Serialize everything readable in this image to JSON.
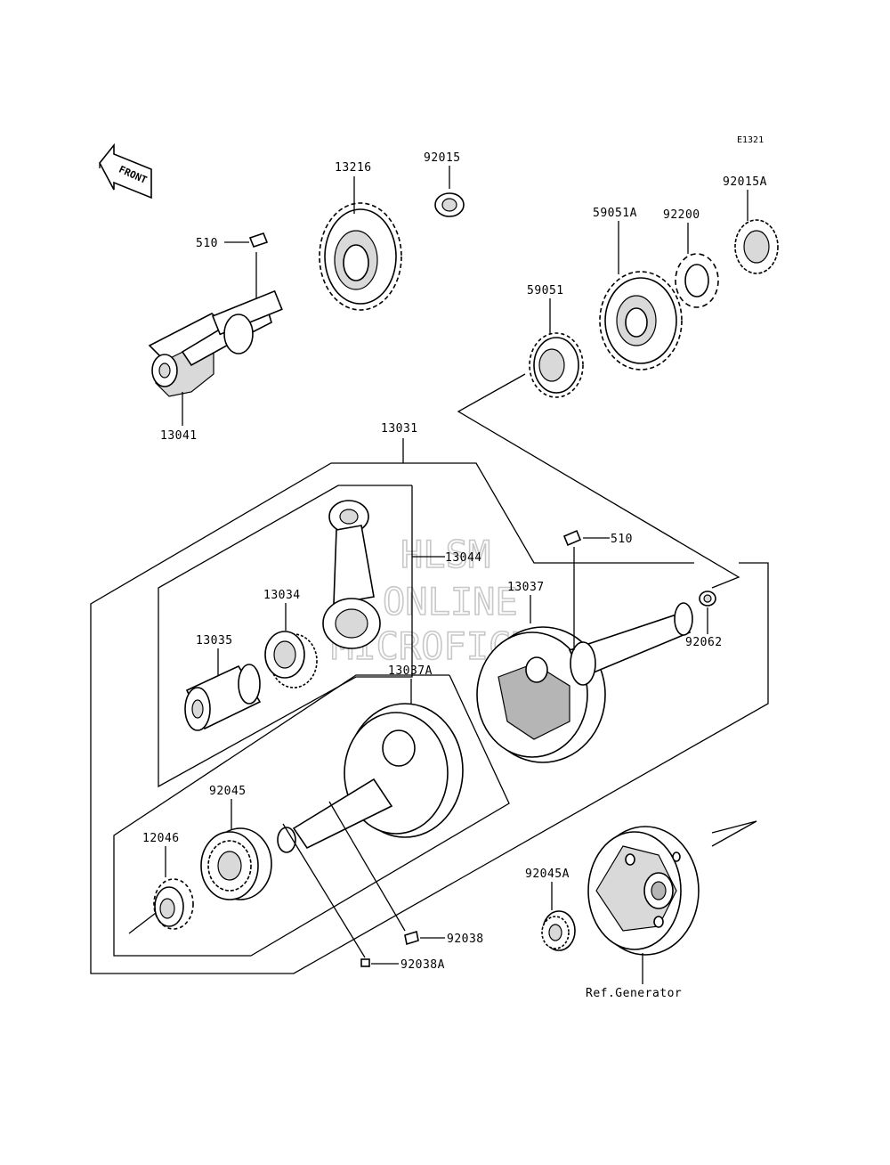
{
  "diagram_code": "E1321",
  "front_arrow_label": "FRONT",
  "watermark": {
    "line1": "HLSM",
    "line2": "ONLINE",
    "line3": "MICROFICHE"
  },
  "labels": {
    "p13216": "13216",
    "p92015": "92015",
    "p92015A": "92015A",
    "p92200": "92200",
    "p59051A": "59051A",
    "p59051": "59051",
    "p510_top": "510",
    "p13041": "13041",
    "p13031": "13031",
    "p510_right": "510",
    "p13044": "13044",
    "p13034": "13034",
    "p13037": "13037",
    "p92062": "92062",
    "p13035": "13035",
    "p13037A": "13037A",
    "p92045": "92045",
    "p12046": "12046",
    "p92045A": "92045A",
    "p92038": "92038",
    "p92038A": "92038A",
    "ref_generator": "Ref.Generator"
  }
}
